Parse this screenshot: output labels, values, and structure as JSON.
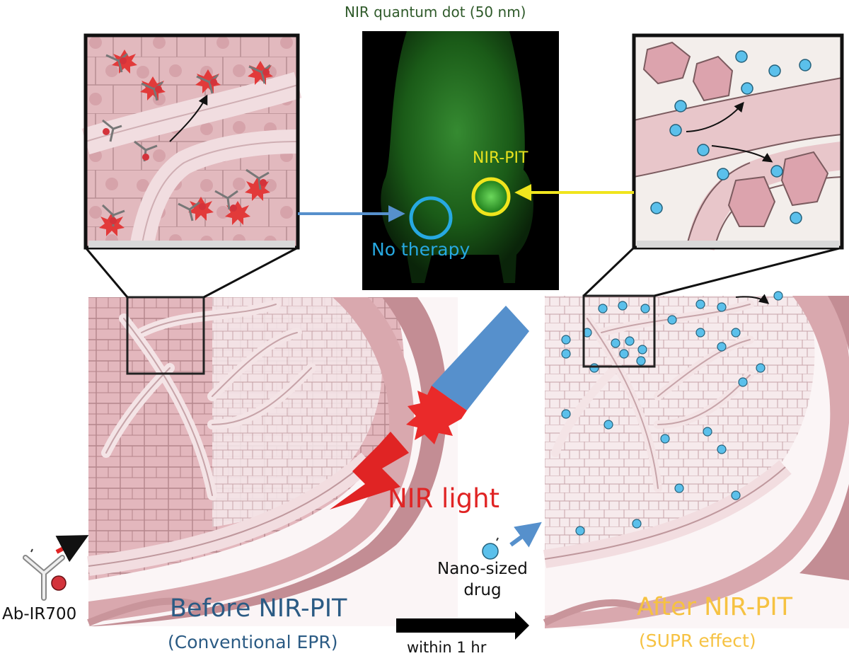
{
  "labels": {
    "quantum_dot_title": "NIR quantum dot (50 nm)",
    "nir_pit": "NIR-PIT",
    "no_therapy": "No therapy",
    "nir_light": "NIR light",
    "ab_ir700": "Ab-IR700",
    "nano_sized_drug_line1": "Nano-sized",
    "nano_sized_drug_line2": "drug",
    "before_title": "Before NIR-PIT",
    "before_subtitle": "(Conventional EPR)",
    "after_title": "After NIR-PIT",
    "after_subtitle": "(SUPR effect)",
    "within_time": "within 1 hr"
  },
  "colors": {
    "tissue": "#e9c9cd",
    "tissue_dark": "#a97a80",
    "vessel": "#f2dde0",
    "nanoparticle": "#5bc0eb",
    "ab_dye": "#d3333b",
    "nir_pit_circle": "#f0e51d",
    "no_therapy_circle": "#27a9e1",
    "light_source": "#5690cc",
    "nir_light": "#e02424",
    "mouse_glow": "#2f8d2a"
  },
  "icons": [
    "antibody-ir700-icon",
    "nano-drug-icon",
    "light-source-icon",
    "lightning-bolt-icon"
  ]
}
